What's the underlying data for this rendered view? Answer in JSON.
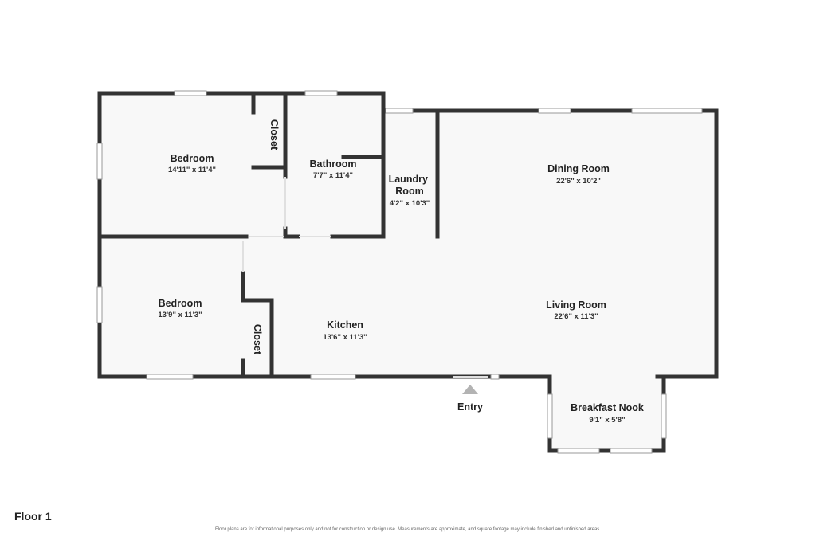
{
  "rooms": [
    {
      "name": "Bedroom",
      "dims": "14'11\" x 11'4\""
    },
    {
      "name": "Closet",
      "dims": ""
    },
    {
      "name": "Bathroom",
      "dims": "7'7\" x 11'4\""
    },
    {
      "name": "Laundry Room",
      "dims": "4'2\" x 10'3\""
    },
    {
      "name": "Dining Room",
      "dims": "22'6\" x 10'2\""
    },
    {
      "name": "Bedroom",
      "dims": "13'9\" x 11'3\""
    },
    {
      "name": "Closet",
      "dims": ""
    },
    {
      "name": "Kitchen",
      "dims": "13'6\" x 11'3\""
    },
    {
      "name": "Living Room",
      "dims": "22'6\" x 11'3\""
    },
    {
      "name": "Breakfast Nook",
      "dims": "9'1\" x 5'8\""
    }
  ],
  "entry_label": "Entry",
  "floor_label": "Floor 1",
  "disclaimer": "Floor plans are for informational purposes only and not for construction or design use. Measurements are approximate, and square footage may include finished and unfinished areas.",
  "colors": {
    "wall": "#333333",
    "floor": "#f8f8f8",
    "window": "#cccccc",
    "entry_marker": "#b3b3b3"
  }
}
